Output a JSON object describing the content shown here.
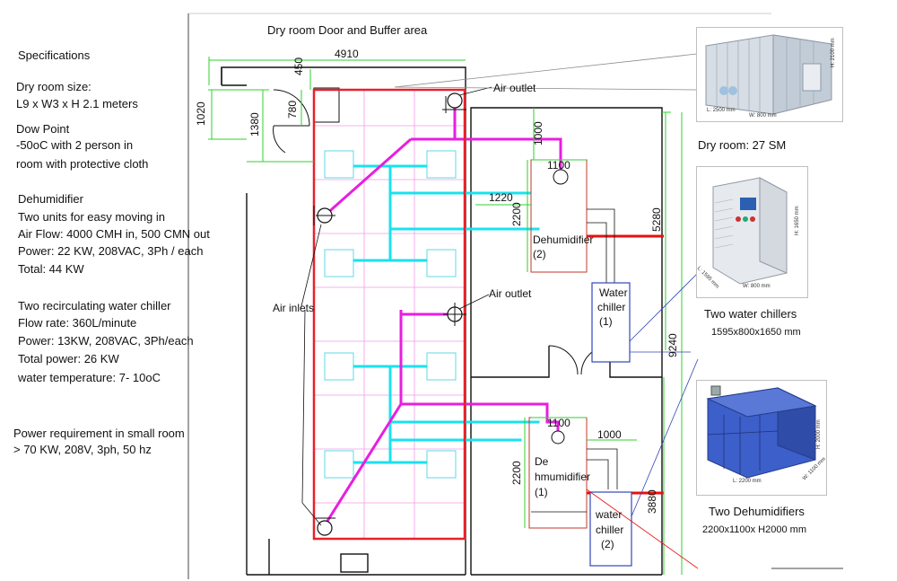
{
  "specs": {
    "heading": "Specifications",
    "size_title": "Dry room size:",
    "size_value": "L9 x W3 x H 2.1 meters",
    "dew_title": "Dow Point",
    "dew_line1": "-50oC with 2 person in",
    "dew_line2": "room with protective cloth",
    "dehum_title": "Dehumidifier",
    "dehum_line1": "Two units for easy moving in",
    "dehum_line2": "Air Flow: 4000 CMH in, 500 CMN out",
    "dehum_line3": "Power:  22 KW, 208VAC, 3Ph / each",
    "dehum_line4": "Total:  44 KW",
    "chiller_title": "Two recirculating water chiller",
    "chiller_line1": "Flow rate: 360L/minute",
    "chiller_line2": "Power: 13KW, 208VAC, 3Ph/each",
    "chiller_line3": "Total power:  26 KW",
    "chiller_line4": "water temperature: 7- 10oC",
    "power_title": "Power requirement in small room",
    "power_line1": "> 70 KW, 208V, 3ph, 50 hz"
  },
  "plan": {
    "title": "Dry room Door and Buffer area",
    "dims": {
      "d4910": "4910",
      "d450": "450",
      "d1020": "1020",
      "d1380": "1380",
      "d780": "780",
      "d1000": "1000",
      "d1100a": "1100",
      "d1220": "1220",
      "d2200a": "2200",
      "d5280": "5280",
      "d9240": "9240",
      "d1100b": "1100",
      "d1000b": "1000",
      "d2200b": "2200",
      "d3880": "3880"
    },
    "labels": {
      "air_outlet_1": "Air outlet",
      "air_outlet_2": "Air outlet",
      "air_inlets": "Air inlets",
      "dehum1_a": "Dehumidifier",
      "dehum1_b": "(2)",
      "dehum2_a": "De",
      "dehum2_b": "hmumidifier",
      "dehum2_c": "(1)",
      "chiller1_a": "Water",
      "chiller1_b": "chiller",
      "chiller1_c": "(1)",
      "chiller2_a": "water",
      "chiller2_b": "chiller",
      "chiller2_c": "(2)"
    }
  },
  "photos": {
    "dry_room_caption": "Dry room: 27 SM",
    "dry_room_dim_l": "L: 2500 mm",
    "dry_room_dim_w": "W: 800 mm",
    "dry_room_dim_h": "H: 2100 mm",
    "chiller_caption": "Two water chillers",
    "chiller_dims": "1595x800x1650 mm",
    "chiller_dim_l": "L: 1595 mm",
    "chiller_dim_w": "W: 800 mm",
    "chiller_dim_h": "H: 1650 mm",
    "dehum_caption": "Two Dehumidifiers",
    "dehum_dims": "2200x1100x H2000 mm",
    "dehum_dim_l": "L: 2200 mm",
    "dehum_dim_w": "W: 1100 mm",
    "dehum_dim_h": "H: 2000 mm"
  },
  "colors": {
    "wall": "#111111",
    "room_outline": "#e8202a",
    "air_duct": "#e81ee0",
    "water_line": "#19e2ee",
    "dimension": "#2fd12f",
    "inner_grid": "#f29ae6",
    "equipment": "#c0392b",
    "chiller_box": "#3345b8",
    "power_line": "#e81010"
  }
}
